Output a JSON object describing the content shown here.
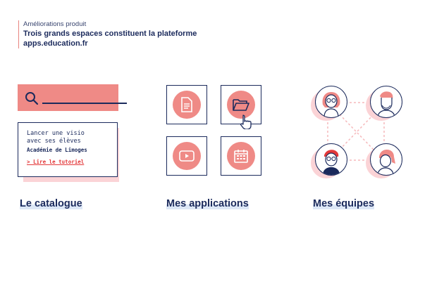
{
  "header": {
    "eyebrow": "Améliorations produit",
    "title_line1": "Trois grands espaces constituent la plateforme",
    "title_line2": "apps.education.fr"
  },
  "catalogue": {
    "search_icon": "search-icon",
    "card_line1": "Lancer une visio",
    "card_line2": "avec ses élèves",
    "card_academy": "Académie de Limoges",
    "card_link": "> Lire le tutoriel",
    "label": "Le catalogue"
  },
  "applications": {
    "icons": [
      "document-icon",
      "folder-icon",
      "video-play-icon",
      "calendar-icon"
    ],
    "label": "Mes applications"
  },
  "teams": {
    "avatars": [
      "avatar-woman-glasses",
      "avatar-man-beard",
      "avatar-person-glasses",
      "avatar-woman-ponytail"
    ],
    "label": "Mes équipes"
  },
  "colors": {
    "navy": "#1b2a5c",
    "coral": "#ef8a86",
    "pink_shadow": "#fbd3d6",
    "link_red": "#e3393a",
    "highlight": "#dde7f6"
  }
}
